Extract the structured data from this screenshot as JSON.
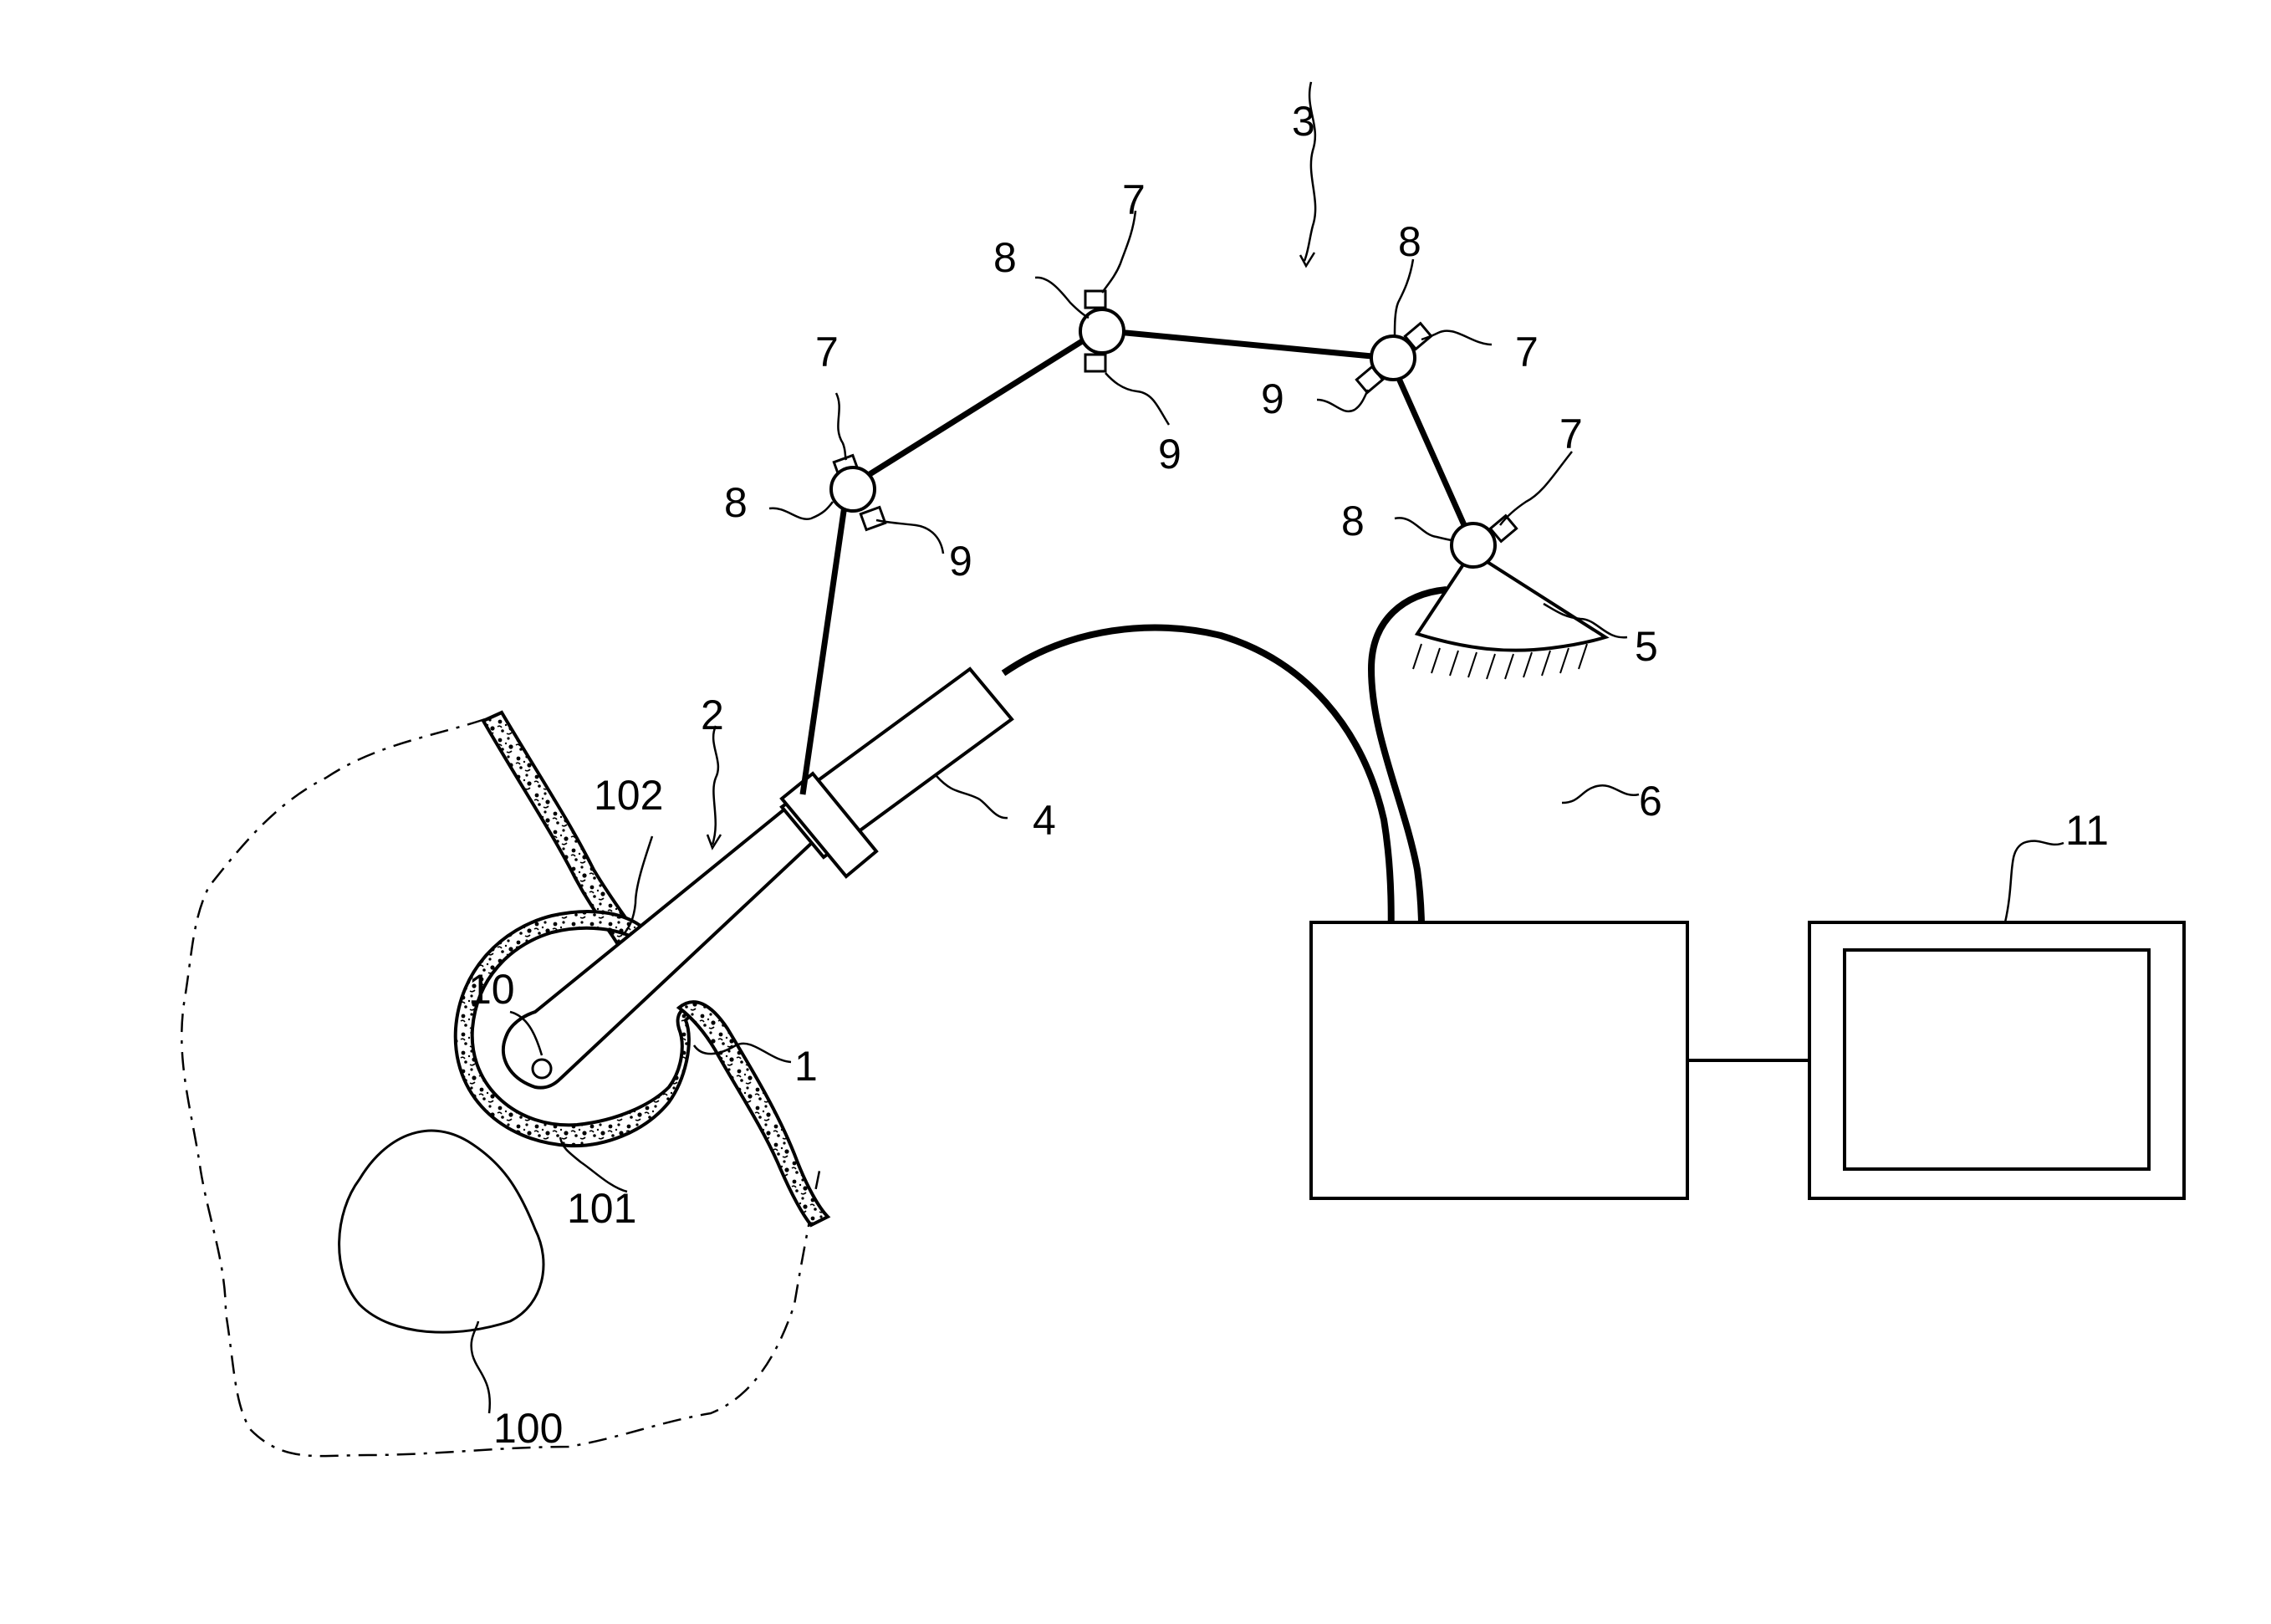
{
  "figure": {
    "colors": {
      "ink": "#000000",
      "paper": "#ffffff"
    },
    "labels": {
      "system": "2",
      "robot_arm": "3",
      "probe": "4",
      "base": "5",
      "controller": "6",
      "display": "11",
      "needle": "1",
      "tip_marker": "10",
      "tumor": "100",
      "wall": "101",
      "passage": "102",
      "sensor_a": "7",
      "sensor_b": "7",
      "sensor_c": "7",
      "sensor_d": "7",
      "joint_a": "8",
      "joint_b": "8",
      "joint_c": "8",
      "joint_d": "8",
      "brake_a": "9",
      "brake_b": "9",
      "brake_c": "9"
    }
  }
}
